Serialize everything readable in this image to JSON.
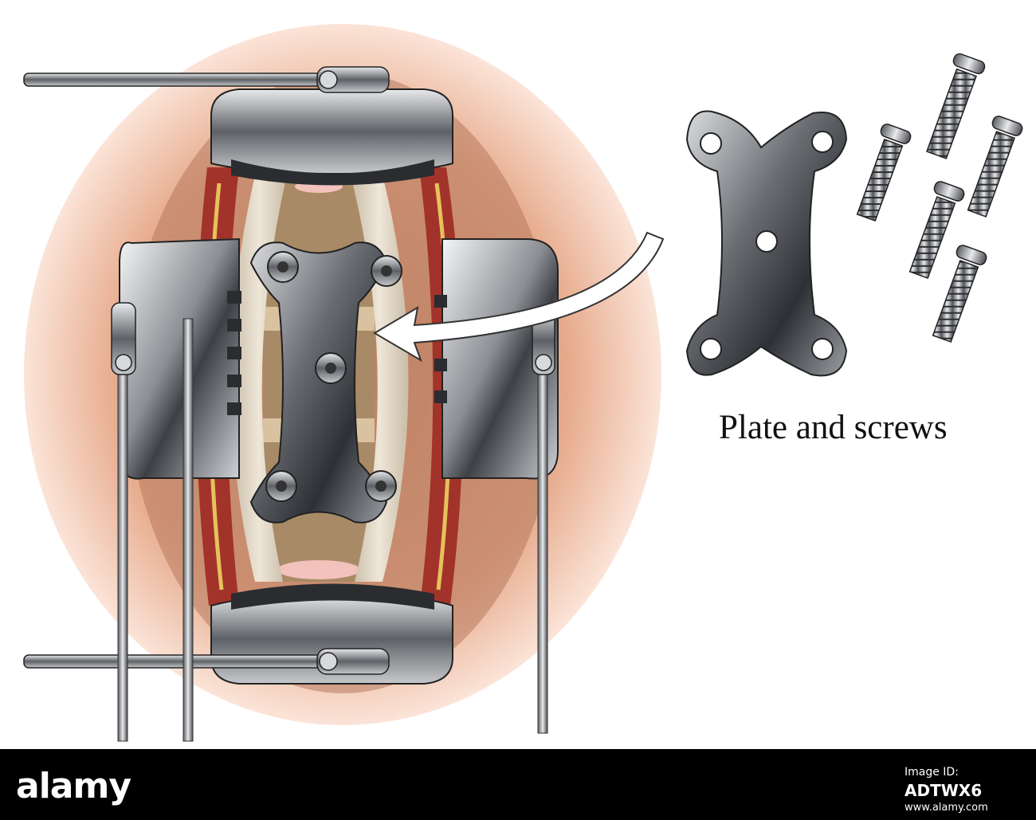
{
  "caption": "Plate and screws",
  "footer": {
    "logo": "alamy",
    "image_id_label": "Image ID:",
    "image_id": "ADTWX6",
    "site": "www.alamy.com"
  },
  "icons": {
    "surgical-view": "surgical-field-illustration",
    "plate": "bone-plate-icon",
    "screw": "screw-icon",
    "arrow": "curved-arrow-icon"
  },
  "colors": {
    "skin": "#e9a98a",
    "metal": "#8a8d92",
    "tissue": "#d9cfbf",
    "background": "#ffffff",
    "footer": "#000000"
  }
}
